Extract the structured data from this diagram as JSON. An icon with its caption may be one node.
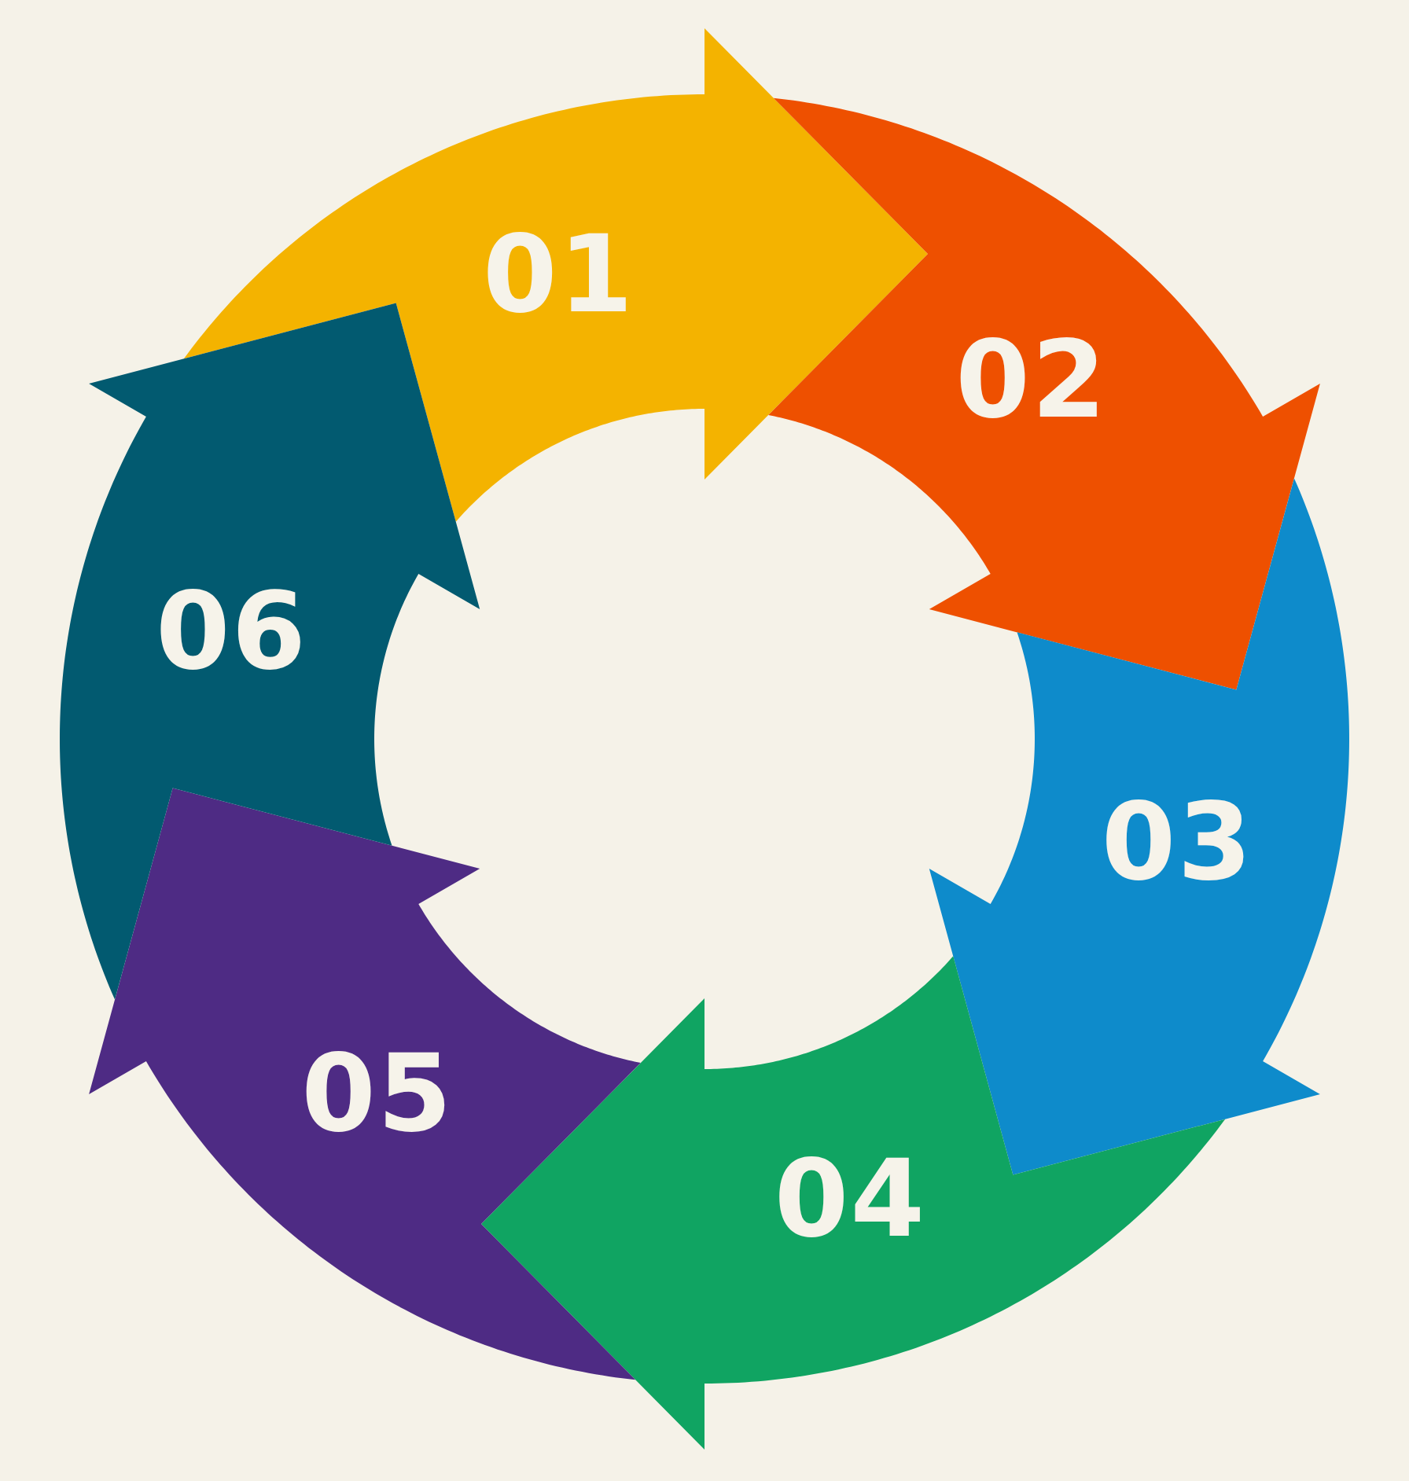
{
  "diagram": {
    "nodes": [
      {
        "text": [
          "01"
        ]
      },
      {
        "text": [
          "02"
        ]
      },
      {
        "text": [
          "03"
        ]
      },
      {
        "text": [
          "04"
        ]
      },
      {
        "text": [
          "05"
        ]
      },
      {
        "text": [
          "06"
        ]
      }
    ]
  }
}
